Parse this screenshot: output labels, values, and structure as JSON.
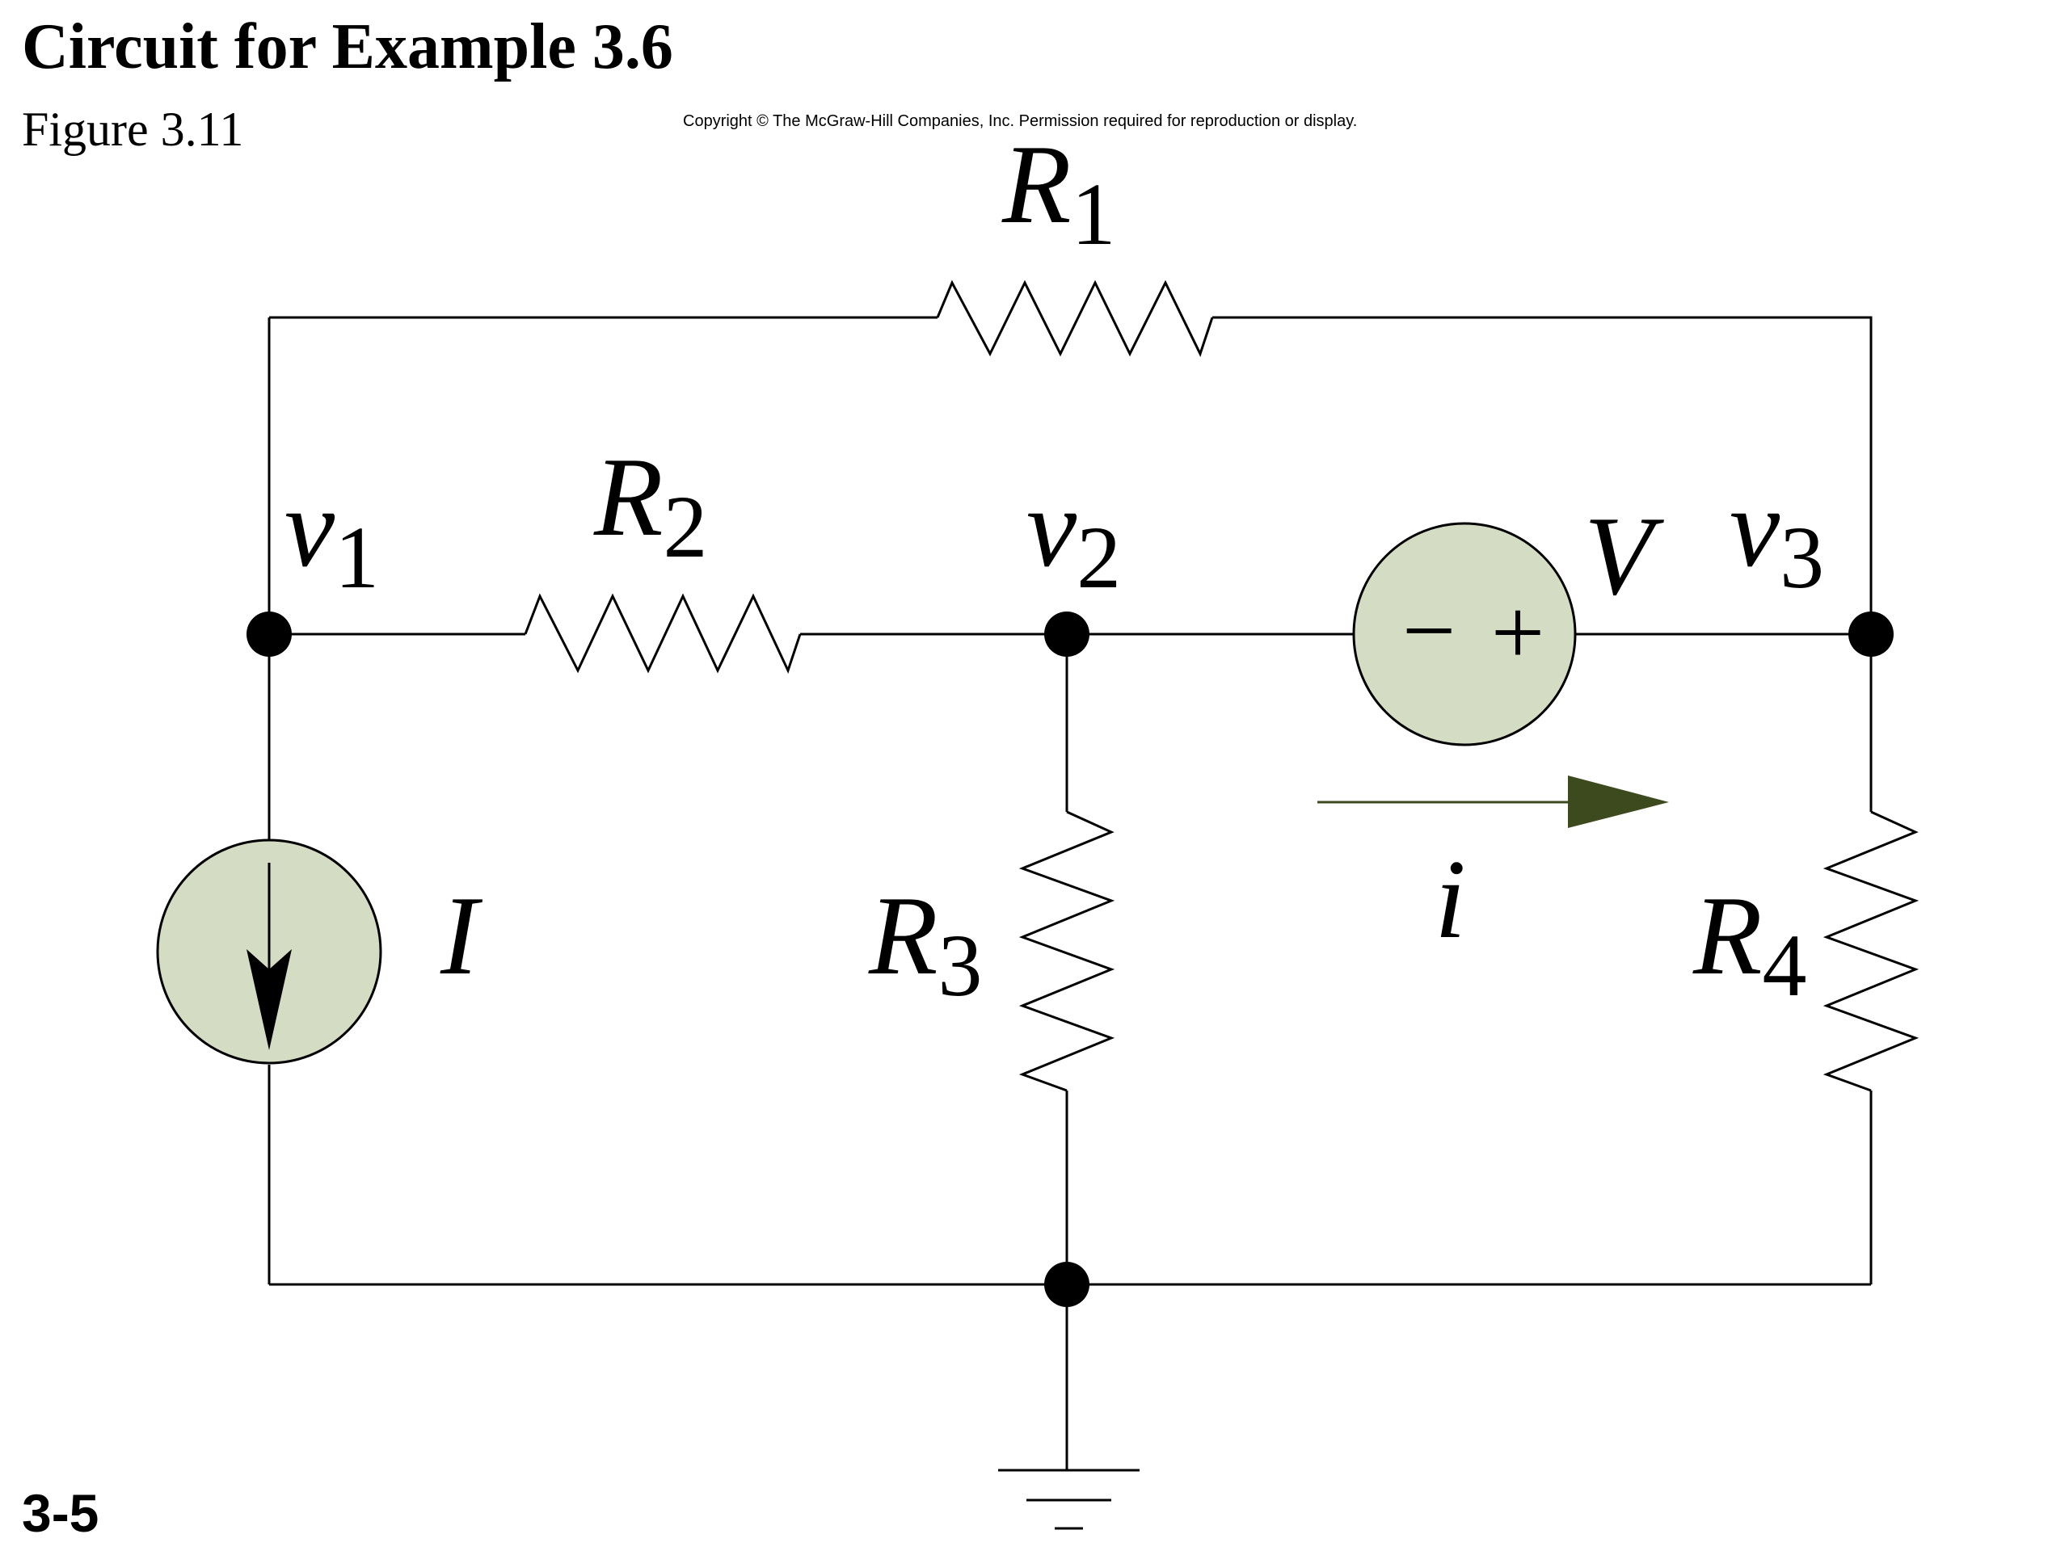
{
  "slide": {
    "title": "Circuit for Example 3.6",
    "subtitle": "Figure 3.11",
    "copyright": "Copyright © The McGraw-Hill Companies, Inc. Permission required for reproduction or display.",
    "number": "3-5"
  },
  "labels": {
    "r1": {
      "main": "R",
      "sub": "1"
    },
    "r2": {
      "main": "R",
      "sub": "2"
    },
    "r3": {
      "main": "R",
      "sub": "3"
    },
    "r4": {
      "main": "R",
      "sub": "4"
    },
    "v1": {
      "main": "v",
      "sub": "1"
    },
    "v2": {
      "main": "v",
      "sub": "2"
    },
    "v3": {
      "main": "v",
      "sub": "3"
    },
    "voltage_source": "V",
    "current_source": "I",
    "current_i": "i",
    "minus_sign": "−",
    "plus_sign": "+"
  },
  "colors": {
    "source_fill": "#d4dcc4",
    "arrow": "#3d4a1e",
    "wire": "#000000"
  }
}
